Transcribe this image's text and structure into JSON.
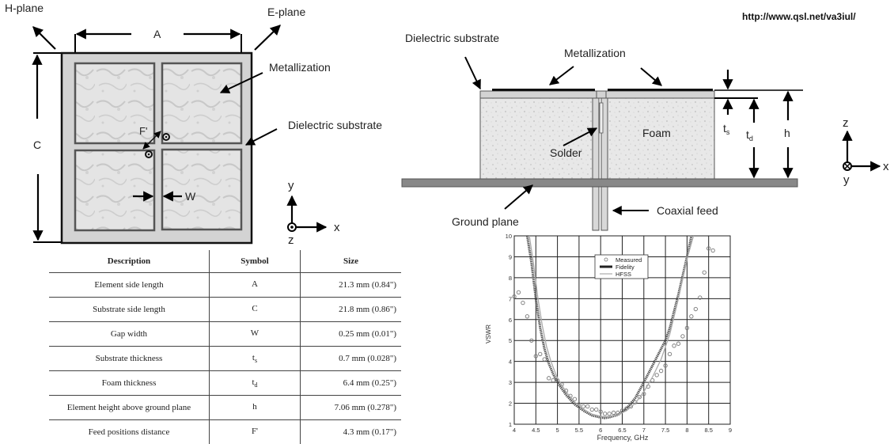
{
  "url": "http://www.qsl.net/va3iul/",
  "top_view": {
    "h_plane": "H-plane",
    "e_plane": "E-plane",
    "dim_a": "A",
    "dim_c": "C",
    "dim_w": "W",
    "dim_f": "F'",
    "metallization": "Metallization",
    "dielectric_substrate": "Dielectric substrate",
    "axis_x": "x",
    "axis_y": "y",
    "axis_z": "z"
  },
  "side_view": {
    "dielectric_substrate": "Dielectric substrate",
    "metallization": "Metallization",
    "solder": "Solder",
    "foam": "Foam",
    "ground_plane": "Ground plane",
    "coaxial_feed": "Coaxial feed",
    "t_s": "t",
    "t_s_sub": "s",
    "t_d": "t",
    "t_d_sub": "d",
    "h": "h",
    "axis_x": "x",
    "axis_y": "y",
    "axis_z": "z"
  },
  "table": {
    "headers": [
      "Description",
      "Symbol",
      "Size"
    ],
    "rows": [
      {
        "description": "Element side length",
        "symbol": "A",
        "symbol_sub": "",
        "size": "21.3 mm (0.84\")"
      },
      {
        "description": "Substrate side length",
        "symbol": "C",
        "symbol_sub": "",
        "size": "21.8 mm (0.86\")"
      },
      {
        "description": "Gap width",
        "symbol": "W",
        "symbol_sub": "",
        "size": "0.25 mm (0.01\")"
      },
      {
        "description": "Substrate thickness",
        "symbol": "t",
        "symbol_sub": "s",
        "size": "0.7 mm (0.028\")"
      },
      {
        "description": "Foam thickness",
        "symbol": "t",
        "symbol_sub": "d",
        "size": "6.4 mm (0.25\")"
      },
      {
        "description": "Element height above ground plane",
        "symbol": "h",
        "symbol_sub": "",
        "size": "7.06 mm (0.278\")"
      },
      {
        "description": "Feed positions distance",
        "symbol": "F'",
        "symbol_sub": "",
        "size": "4.3 mm (0.17\")"
      }
    ]
  },
  "chart_data": {
    "type": "line",
    "title": "",
    "xlabel": "Frequency, GHz",
    "ylabel": "VSWR",
    "xlim": [
      4,
      9
    ],
    "ylim": [
      1,
      10
    ],
    "xticks": [
      "4",
      "4.5",
      "5",
      "5.5",
      "6",
      "6.5",
      "7",
      "7.5",
      "8",
      "8.5",
      "9"
    ],
    "yticks": [
      "1",
      "2",
      "3",
      "4",
      "5",
      "6",
      "7",
      "8",
      "9",
      "10"
    ],
    "grid": true,
    "legend": "top-center",
    "series": [
      {
        "name": "Measured",
        "style": "markers",
        "x": [
          4.0,
          4.1,
          4.2,
          4.3,
          4.4,
          4.5,
          4.6,
          4.7,
          4.8,
          4.9,
          5.0,
          5.1,
          5.2,
          5.3,
          5.4,
          5.5,
          5.6,
          5.7,
          5.8,
          5.9,
          6.0,
          6.1,
          6.2,
          6.3,
          6.4,
          6.5,
          6.6,
          6.7,
          6.8,
          6.9,
          7.0,
          7.1,
          7.2,
          7.3,
          7.4,
          7.5,
          7.6,
          7.7,
          7.8,
          7.9,
          8.0,
          8.1,
          8.2,
          8.3,
          8.4,
          8.5,
          8.6
        ],
        "y": [
          7.1,
          7.3,
          6.8,
          6.15,
          5.0,
          4.25,
          4.35,
          4.1,
          3.2,
          3.1,
          3.1,
          2.9,
          2.6,
          2.35,
          2.2,
          1.95,
          1.85,
          1.85,
          1.7,
          1.7,
          1.6,
          1.5,
          1.5,
          1.55,
          1.55,
          1.65,
          1.75,
          1.85,
          2.05,
          2.3,
          2.45,
          2.8,
          3.1,
          3.35,
          3.55,
          3.8,
          4.35,
          4.75,
          4.85,
          5.2,
          5.6,
          6.15,
          6.5,
          7.05,
          8.25,
          9.4,
          9.3
        ]
      },
      {
        "name": "Fidelity",
        "style": "thick-line",
        "x": [
          4.3,
          4.4,
          4.5,
          4.6,
          4.7,
          4.8,
          4.9,
          5.0,
          5.2,
          5.4,
          5.6,
          5.8,
          6.0,
          6.1,
          6.2,
          6.4,
          6.6,
          6.8,
          7.0,
          7.2,
          7.4,
          7.5,
          7.6,
          7.8,
          8.0,
          8.1
        ],
        "y": [
          10.0,
          8.7,
          7.0,
          5.6,
          4.6,
          3.9,
          3.4,
          3.0,
          2.4,
          1.95,
          1.65,
          1.42,
          1.32,
          1.3,
          1.33,
          1.45,
          1.75,
          2.25,
          3.0,
          3.8,
          4.6,
          5.0,
          5.6,
          7.2,
          9.0,
          10.0
        ]
      },
      {
        "name": "HFSS",
        "style": "thin-line",
        "x": [
          4.35,
          4.45,
          4.55,
          4.65,
          4.75,
          4.85,
          4.95,
          5.0,
          5.2,
          5.4,
          5.6,
          5.8,
          6.0,
          6.1,
          6.2,
          6.4,
          6.6,
          6.8,
          7.0,
          7.2,
          7.4,
          7.6,
          7.8,
          8.0,
          8.15
        ],
        "y": [
          10.0,
          8.6,
          7.0,
          5.7,
          4.7,
          4.0,
          3.45,
          3.2,
          2.55,
          2.05,
          1.72,
          1.48,
          1.38,
          1.36,
          1.37,
          1.45,
          1.65,
          2.0,
          2.55,
          3.25,
          4.1,
          5.3,
          7.0,
          8.9,
          10.0
        ]
      }
    ]
  }
}
